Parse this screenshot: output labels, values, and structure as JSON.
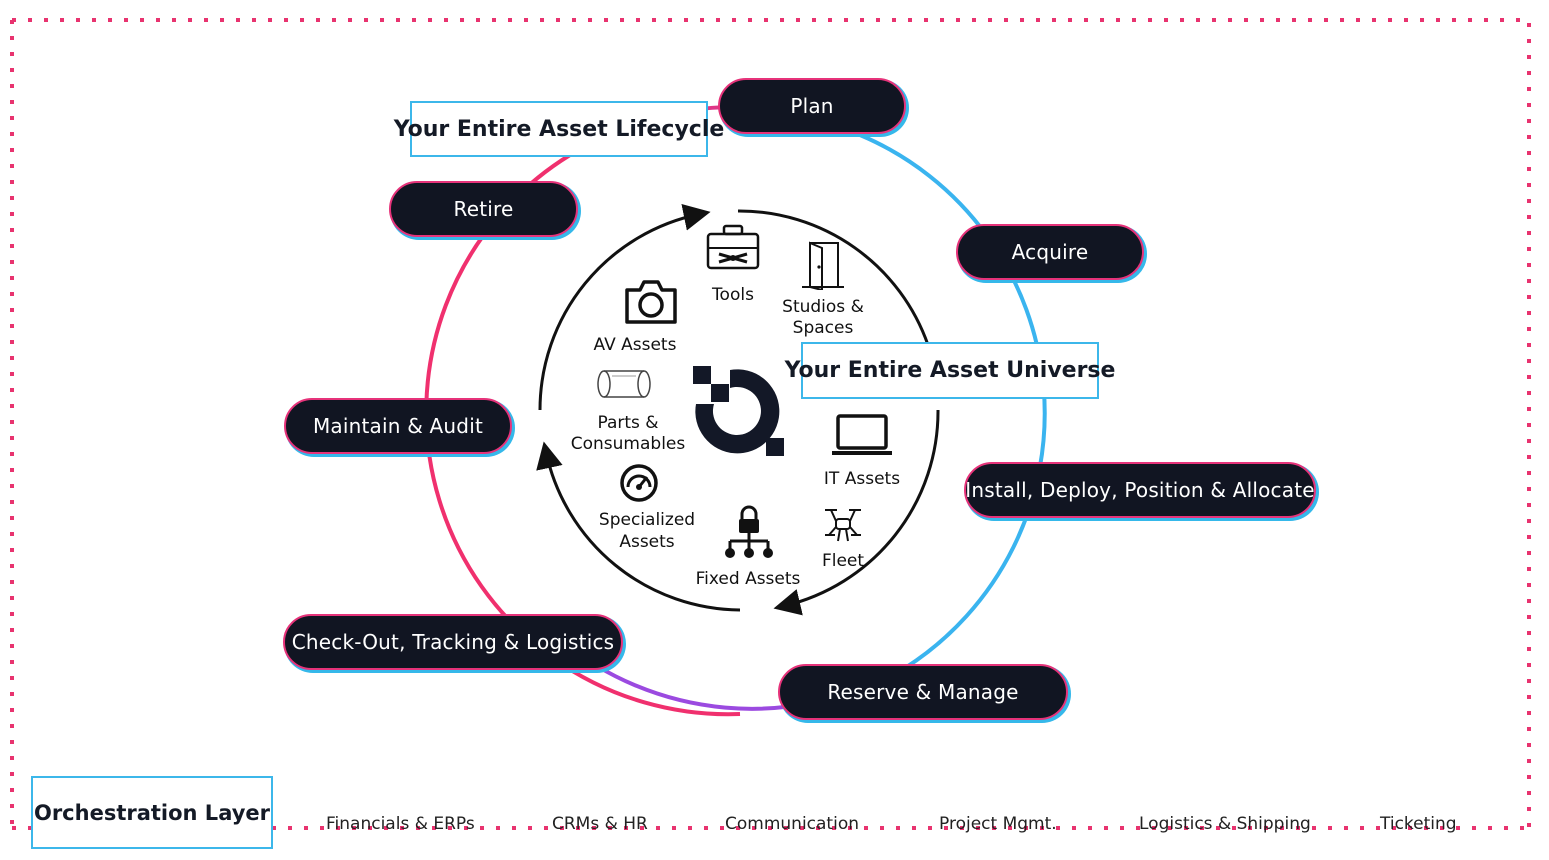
{
  "lifecycle": {
    "title": "Your Entire Asset Lifecycle",
    "stages": {
      "plan": "Plan",
      "acquire": "Acquire",
      "install": "Install, Deploy, Position & Allocate",
      "reserve": "Reserve &  Manage",
      "checkout": "Check-Out, Tracking & Logistics",
      "maintain": "Maintain & Audit",
      "retire": "Retire"
    }
  },
  "universe": {
    "title": "Your Entire Asset Universe",
    "assets": {
      "tools": "Tools",
      "studios_line1": "Studios &",
      "studios_line2": "Spaces",
      "av": "AV Assets",
      "parts_line1": "Parts &",
      "parts_line2": "Consumables",
      "specialized_line1": "Specialized",
      "specialized_line2": "Assets",
      "fixed": "Fixed Assets",
      "fleet": "Fleet",
      "it": "IT Assets"
    }
  },
  "orchestration": {
    "title": "Orchestration Layer",
    "integrations": [
      "Financials & ERPs",
      "CRMs & HR",
      "Communication",
      "Project Mgmt.",
      "Logistics & Shipping",
      "Ticketing"
    ]
  },
  "colors": {
    "border_dots": "#e8336f",
    "pill_bg": "#111522",
    "pill_border": "#e6337a",
    "pill_shadow": "#35b8ea",
    "box_border": "#3cb7ea",
    "ring_pink": "#f0306e",
    "ring_purple": "#9b4ae0",
    "ring_blue": "#3ab4ef"
  },
  "icons": [
    "toolbox-icon",
    "door-icon",
    "camera-icon",
    "can-icon",
    "gauge-icon",
    "lock-hierarchy-icon",
    "drone-icon",
    "laptop-icon",
    "logo-icon"
  ]
}
